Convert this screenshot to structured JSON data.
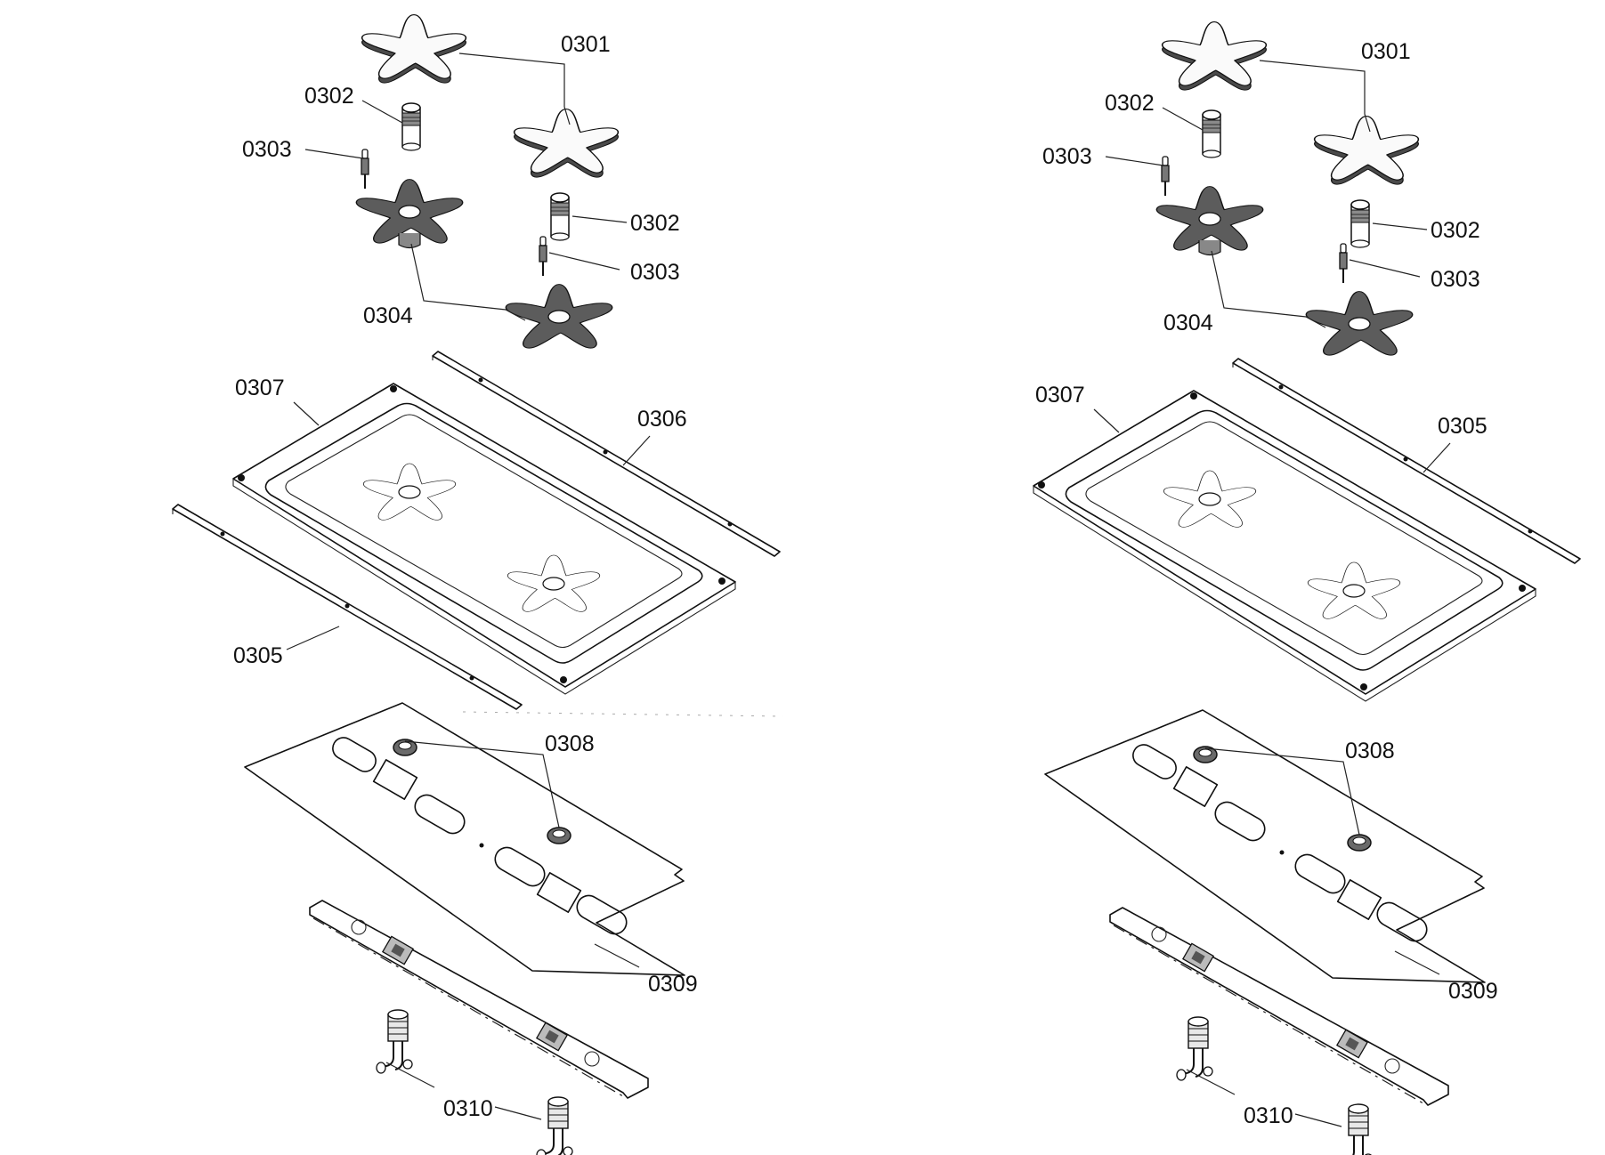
{
  "left": {
    "labels": {
      "cap_a": "0301",
      "bush_a": "0302",
      "elec_a": "0303",
      "bush_b": "0302",
      "elec_b": "0303",
      "burner": "0304",
      "tray": "0307",
      "strip_right": "0306",
      "strip_left": "0305",
      "grommet": "0308",
      "plate": "0309",
      "valve": "0310"
    }
  },
  "right": {
    "labels": {
      "cap_a": "0301",
      "bush_a": "0302",
      "elec_a": "0303",
      "bush_b": "0302",
      "elec_b": "0303",
      "burner": "0304",
      "tray": "0307",
      "strip_right": "0305",
      "grommet": "0308",
      "plate": "0309",
      "valve": "0310"
    }
  }
}
